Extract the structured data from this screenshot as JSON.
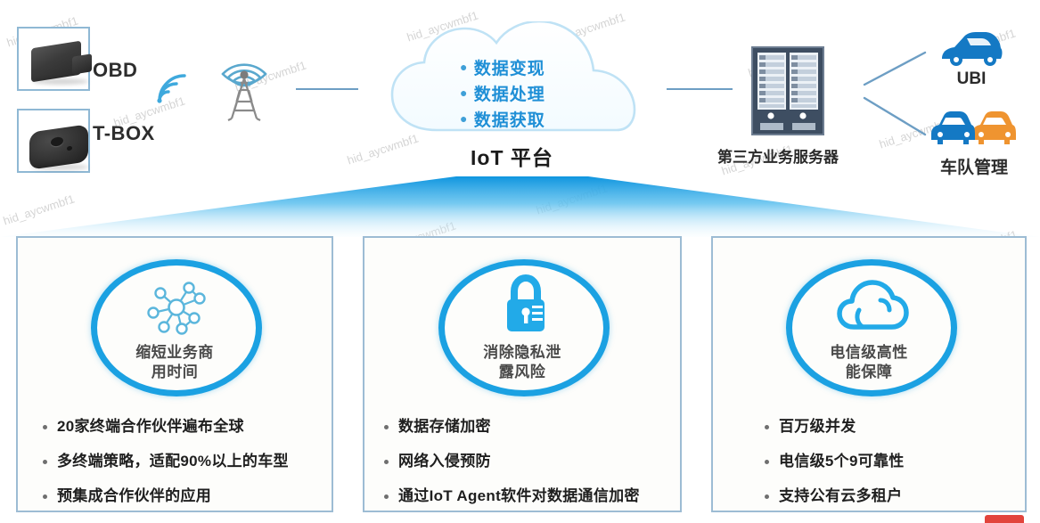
{
  "watermark": {
    "text": "hid_aycwmbf1"
  },
  "colors": {
    "accent_blue": "#1BA1E2",
    "line_blue": "#6d9ec4",
    "card_border": "#9dbcd4",
    "device_border": "#8FB8D4",
    "cloud_text": "#1f8fd6",
    "fan_top": "#1097E0",
    "fan_bottom": "#e8f6fd",
    "car_blue": "#1479c4",
    "car_orange": "#ef9430"
  },
  "devices": [
    {
      "label": "OBD",
      "icon": "obd-dongle-icon"
    },
    {
      "label": "T-BOX",
      "icon": "tbox-device-icon"
    }
  ],
  "network": {
    "wifi_icon": "wifi-signal-icon",
    "tower_icon": "cell-tower-icon",
    "connector_icon": "connector-line"
  },
  "cloud": {
    "icon": "cloud-shape-icon",
    "items": [
      "数据变现",
      "数据处理",
      "数据获取"
    ],
    "title": "IoT 平台"
  },
  "server": {
    "icon": "server-rack-icon",
    "label": "第三方业务服务器"
  },
  "endpoints": [
    {
      "label": "UBI",
      "icon": "sports-car-icon"
    },
    {
      "label": "车队管理",
      "icon": "fleet-cars-icon"
    }
  ],
  "fan": {
    "icon": "spotlight-fan-shape"
  },
  "cards": [
    {
      "icon": "network-nodes-icon",
      "title_line1": "缩短业务商",
      "title_line2": "用时间",
      "bullets": [
        "20家终端合作伙伴遍布全球",
        "多终端策略，适配90%以上的车型",
        "预集成合作伙伴的应用"
      ]
    },
    {
      "icon": "padlock-icon",
      "title_line1": "消除隐私泄",
      "title_line2": "露风险",
      "bullets": [
        "数据存储加密",
        "网络入侵预防",
        "通过IoT Agent软件对数据通信加密"
      ]
    },
    {
      "icon": "cloud-icon",
      "title_line1": "电信级高性",
      "title_line2": "能保障",
      "bullets": [
        "百万级并发",
        "电信级5个9可靠性",
        "支持公有云多租户"
      ]
    }
  ]
}
